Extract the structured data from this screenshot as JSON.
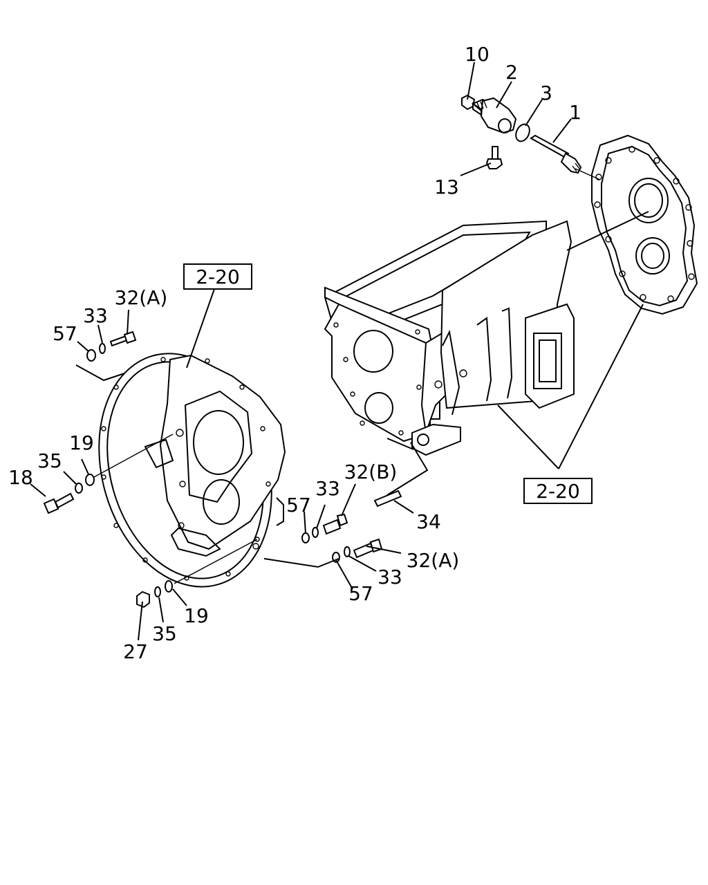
{
  "callouts": {
    "c10": "10",
    "c2": "2",
    "c3": "3",
    "c1": "1",
    "c13": "13",
    "c32a_top": "32(A)",
    "c33_top": "33",
    "c57_top": "57",
    "c19_left": "19",
    "c35_left": "35",
    "c18": "18",
    "c57_mid": "57",
    "c33_mid": "33",
    "c32b": "32(B)",
    "c34": "34",
    "c32a_right": "32(A)",
    "c33_right": "33",
    "c57_bottom": "57",
    "c27": "27",
    "c35_bottom": "35",
    "c19_bottom": "19"
  },
  "references": {
    "ref_left": "2-20",
    "ref_right": "2-20"
  }
}
